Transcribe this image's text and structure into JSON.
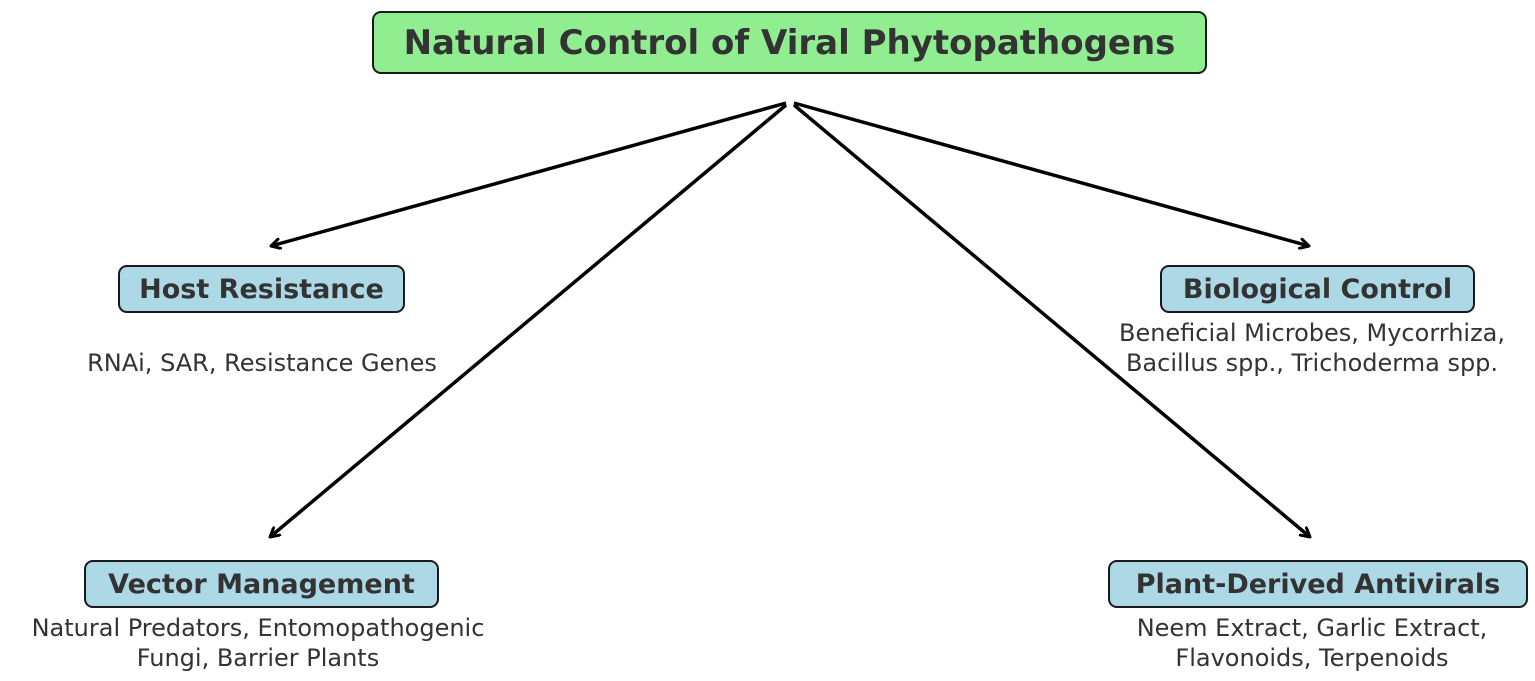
{
  "title": {
    "text": "Natural Control of Viral Phytopathogens",
    "color": "#90ee90"
  },
  "node_color": "#add8e6",
  "edge_color": "#000000",
  "nodes": [
    {
      "id": "host-resistance",
      "label": "Host Resistance",
      "description": [
        "RNAi, SAR, Resistance Genes"
      ]
    },
    {
      "id": "biological-control",
      "label": "Biological Control",
      "description": [
        "Beneficial Microbes, Mycorrhiza,",
        "Bacillus spp., Trichoderma spp."
      ]
    },
    {
      "id": "vector-management",
      "label": "Vector Management",
      "description": [
        "Natural Predators, Entomopathogenic",
        "Fungi, Barrier Plants"
      ]
    },
    {
      "id": "plant-derived-antivirals",
      "label": "Plant-Derived Antivirals",
      "description": [
        "Neem Extract, Garlic Extract,",
        "Flavonoids, Terpenoids"
      ]
    }
  ],
  "edges": [
    {
      "from": "title",
      "to": "host-resistance"
    },
    {
      "from": "title",
      "to": "biological-control"
    },
    {
      "from": "title",
      "to": "vector-management"
    },
    {
      "from": "title",
      "to": "plant-derived-antivirals"
    }
  ]
}
